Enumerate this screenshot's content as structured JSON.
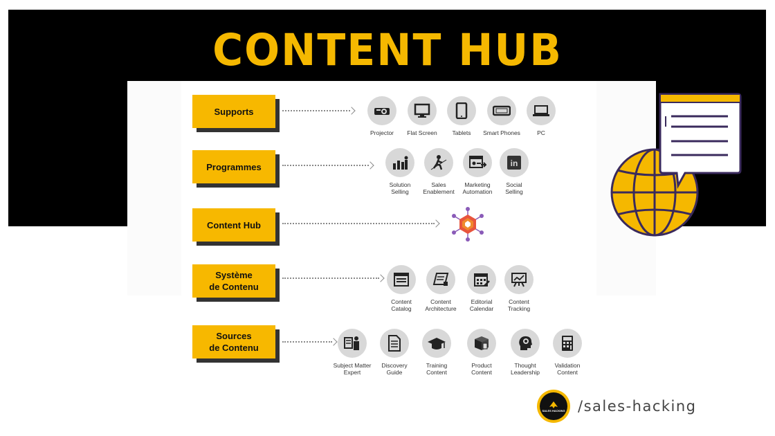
{
  "title": "CONTENT HUB",
  "colors": {
    "accent": "#f7b800",
    "background_band": "#000000",
    "icon_circle": "#d8d8d8"
  },
  "rows": [
    {
      "label": "Supports",
      "items": [
        {
          "label": "Projector",
          "icon": "projector-icon"
        },
        {
          "label": "Flat Screen",
          "icon": "flat-screen-icon"
        },
        {
          "label": "Tablets",
          "icon": "tablet-icon"
        },
        {
          "label": "Smart Phones",
          "icon": "smartphone-icon"
        },
        {
          "label": "PC",
          "icon": "laptop-icon"
        }
      ]
    },
    {
      "label": "Programmes",
      "items": [
        {
          "label": "Solution\nSelling",
          "icon": "solution-selling-icon"
        },
        {
          "label": "Sales\nEnablement",
          "icon": "sales-enablement-icon"
        },
        {
          "label": "Marketing\nAutomation",
          "icon": "marketing-automation-icon"
        },
        {
          "label": "Social\nSelling",
          "icon": "linkedin-icon"
        }
      ]
    },
    {
      "label": "Content Hub",
      "items": [
        {
          "label": "",
          "icon": "hub-network-icon"
        }
      ]
    },
    {
      "label": "Système\nde Contenu",
      "items": [
        {
          "label": "Content\nCatalog",
          "icon": "content-catalog-icon"
        },
        {
          "label": "Content\nArchitecture",
          "icon": "content-architecture-icon"
        },
        {
          "label": "Editorial\nCalendar",
          "icon": "calendar-icon"
        },
        {
          "label": "Content\nTracking",
          "icon": "tracking-chart-icon"
        }
      ]
    },
    {
      "label": "Sources\nde Contenu",
      "items": [
        {
          "label": "Subject Matter\nExpert",
          "icon": "expert-icon"
        },
        {
          "label": "Discovery\nGuide",
          "icon": "document-icon"
        },
        {
          "label": "Training\nContent",
          "icon": "graduation-cap-icon"
        },
        {
          "label": "Product\nContent",
          "icon": "product-box-icon"
        },
        {
          "label": "Thought\nLeadership",
          "icon": "thought-head-icon"
        },
        {
          "label": "Validation\nContent",
          "icon": "calculator-icon"
        }
      ]
    }
  ],
  "brand": {
    "handle": "/sales-hacking",
    "logo_text": "SALES HACKING"
  }
}
